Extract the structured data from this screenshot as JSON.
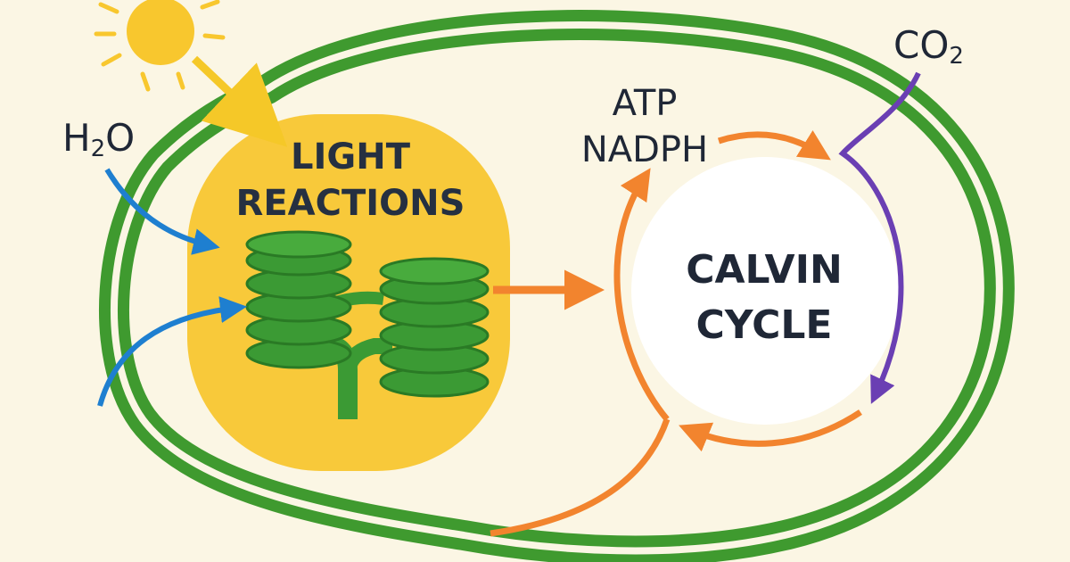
{
  "light_reactions": {
    "line1": "LIGHT",
    "line2": "REACTIONS"
  },
  "calvin_cycle": {
    "line1": "CALVIN",
    "line2": "CYCLE"
  },
  "products": {
    "atp": "ATP",
    "nadph": "NADPH"
  },
  "water": {
    "main": "H",
    "sub": "2",
    "tail": "O"
  },
  "carbon_dioxide": {
    "main": "CO",
    "sub": "2"
  },
  "colors": {
    "background": "#fbf6e4",
    "membrane": "#3f9a2f",
    "light_reactions_fill": "#f8c93a",
    "thylakoid": "#3b9a34",
    "sun": "#f8c72e",
    "water_arrow": "#1e7fd0",
    "energy_arrow": "#f2842e",
    "co2_arrow": "#6a3fb3",
    "calvin_fill": "#ffffff"
  }
}
